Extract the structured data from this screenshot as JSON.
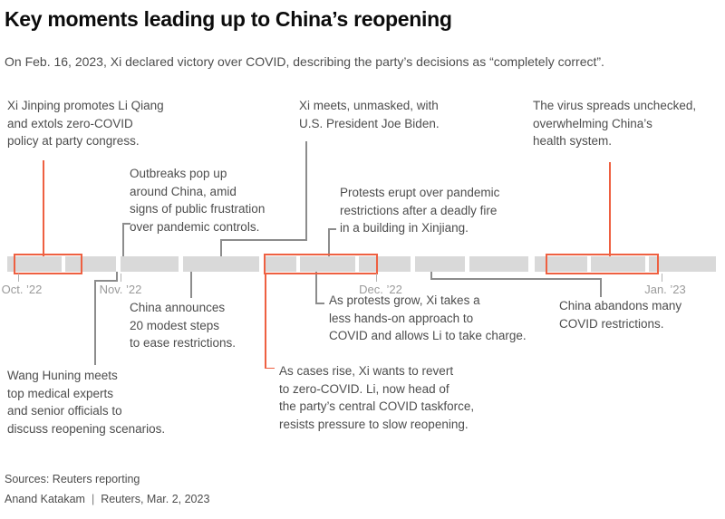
{
  "title": "Key moments leading up to China’s reopening",
  "subtitle": "On Feb. 16, 2023, Xi declared victory over COVID, describing the party’s decisions as “completely correct”.",
  "colors": {
    "accent": "#ee6041",
    "bar": "#d9d9d9",
    "connector": "#8c8c8c",
    "text": "#4d4d4d",
    "muted": "#9a9a9a",
    "title": "#0c0c0c"
  },
  "timeline": {
    "months": [
      {
        "label": "Oct. ’22"
      },
      {
        "label": "Nov. ’22"
      },
      {
        "label": "Dec. ’22"
      },
      {
        "label": "Jan. ’23"
      }
    ]
  },
  "annotations": [
    {
      "id": "xi-promotes-li-qiang",
      "lines": [
        "Xi Jinping promotes Li Qiang",
        "and extols zero-COVID",
        "policy at party congress."
      ]
    },
    {
      "id": "outbreaks-pop-up",
      "lines": [
        "Outbreaks pop up",
        "around China, amid",
        "signs of public frustration",
        "over pandemic controls."
      ]
    },
    {
      "id": "xi-meets-biden",
      "lines": [
        "Xi meets, unmasked, with",
        "U.S. President Joe Biden."
      ]
    },
    {
      "id": "protests-erupt",
      "lines": [
        "Protests erupt over pandemic",
        "restrictions after a deadly fire",
        "in a building in Xinjiang."
      ]
    },
    {
      "id": "virus-spreads",
      "lines": [
        "The virus spreads unchecked,",
        "overwhelming China’s",
        "health system."
      ]
    },
    {
      "id": "china-announces-20-steps",
      "lines": [
        "China announces",
        "20 modest steps",
        "to ease restrictions."
      ]
    },
    {
      "id": "wang-huning-meets",
      "lines": [
        "Wang Huning meets",
        "top medical experts",
        "and senior officials to",
        "discuss reopening scenarios."
      ]
    },
    {
      "id": "as-protests-grow",
      "lines": [
        "As protests grow, Xi takes a",
        "less hands-on approach to",
        "COVID and allows Li to take charge."
      ]
    },
    {
      "id": "china-abandons-restrictions",
      "lines": [
        "China abandons many",
        "COVID restrictions."
      ]
    },
    {
      "id": "as-cases-rise",
      "lines": [
        "As cases rise, Xi wants to revert",
        "to zero-COVID. Li, now head of",
        "the party’s central COVID taskforce,",
        "resists pressure to slow reopening."
      ]
    }
  ],
  "footer": {
    "sources": "Sources: Reuters reporting",
    "byline": "Anand Katakam",
    "separator": "|",
    "credit": "Reuters, Mar. 2, 2023"
  }
}
